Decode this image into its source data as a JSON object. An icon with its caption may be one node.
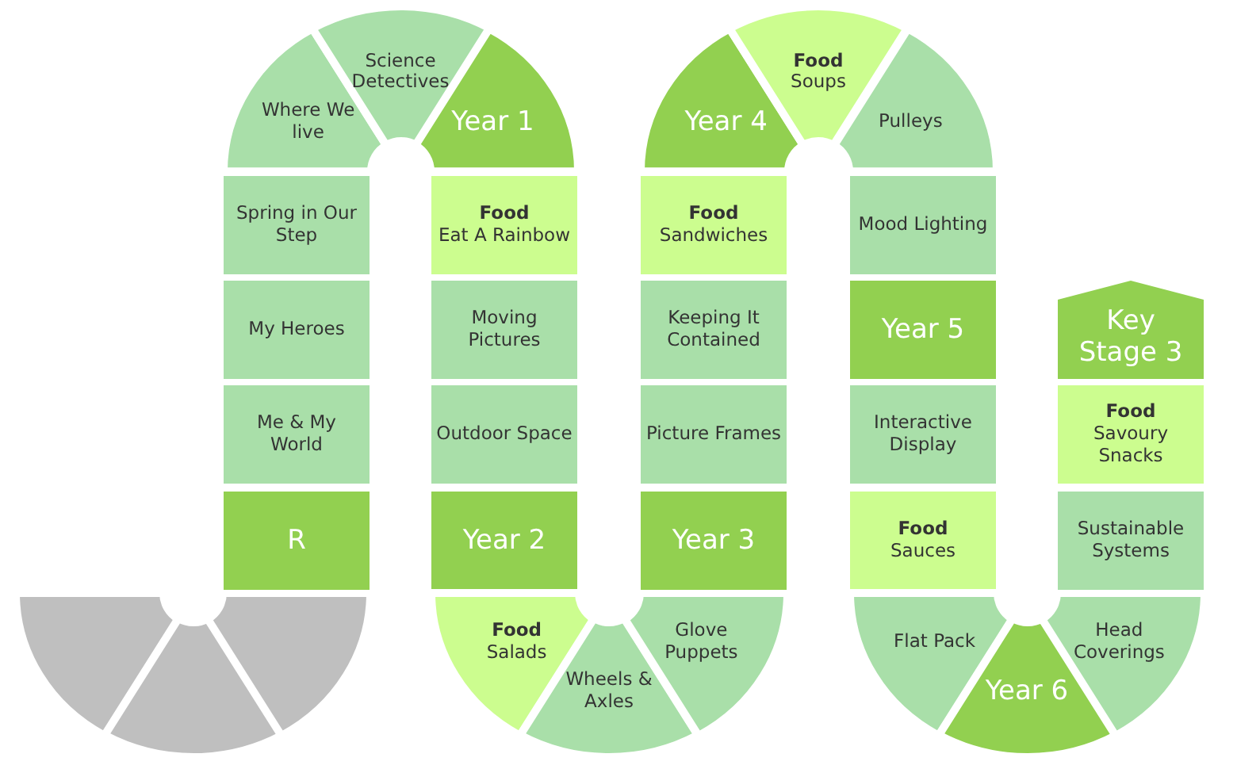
{
  "diagram": {
    "nodes": [
      {
        "text": [],
        "shape": "sector"
      },
      {
        "text": [],
        "shape": "sector"
      },
      {
        "text": [],
        "shape": "sector"
      },
      {
        "text": [
          "R"
        ]
      },
      {
        "text": [
          "Me & My World"
        ]
      },
      {
        "text": [
          "My Heroes"
        ]
      },
      {
        "text": [
          "Spring in Our Step"
        ]
      },
      {
        "text": [
          "Where We live"
        ]
      },
      {
        "text": [
          "Science Detectives"
        ]
      },
      {
        "text": [
          "Year 1"
        ]
      },
      {
        "text": [
          "Food",
          "Eat A Rainbow"
        ]
      },
      {
        "text": [
          "Moving Pictures"
        ]
      },
      {
        "text": [
          "Outdoor Space"
        ]
      },
      {
        "text": [
          "Year 2"
        ]
      },
      {
        "text": [
          "Food",
          "Salads"
        ]
      },
      {
        "text": [
          "Wheels & Axles"
        ]
      },
      {
        "text": [
          "Glove Puppets"
        ]
      },
      {
        "text": [
          "Year 3"
        ]
      },
      {
        "text": [
          "Picture Frames"
        ]
      },
      {
        "text": [
          "Keeping It Contained"
        ]
      },
      {
        "text": [
          "Food",
          "Sandwiches"
        ]
      },
      {
        "text": [
          "Year 4"
        ]
      },
      {
        "text": [
          "Food",
          "Soups"
        ]
      },
      {
        "text": [
          "Pulleys"
        ]
      },
      {
        "text": [
          "Mood Lighting"
        ]
      },
      {
        "text": [
          "Year 5"
        ]
      },
      {
        "text": [
          "Interactive Display"
        ]
      },
      {
        "text": [
          "Food",
          "Sauces"
        ]
      },
      {
        "text": [
          "Flat Pack"
        ]
      },
      {
        "text": [
          "Year 6"
        ]
      },
      {
        "text": [
          "Head Coverings"
        ]
      },
      {
        "text": [
          "Sustainable Systems"
        ]
      },
      {
        "text": [
          "Food",
          "Savoury Snacks"
        ]
      },
      {
        "text": [
          "Key Stage 3"
        ]
      }
    ]
  }
}
